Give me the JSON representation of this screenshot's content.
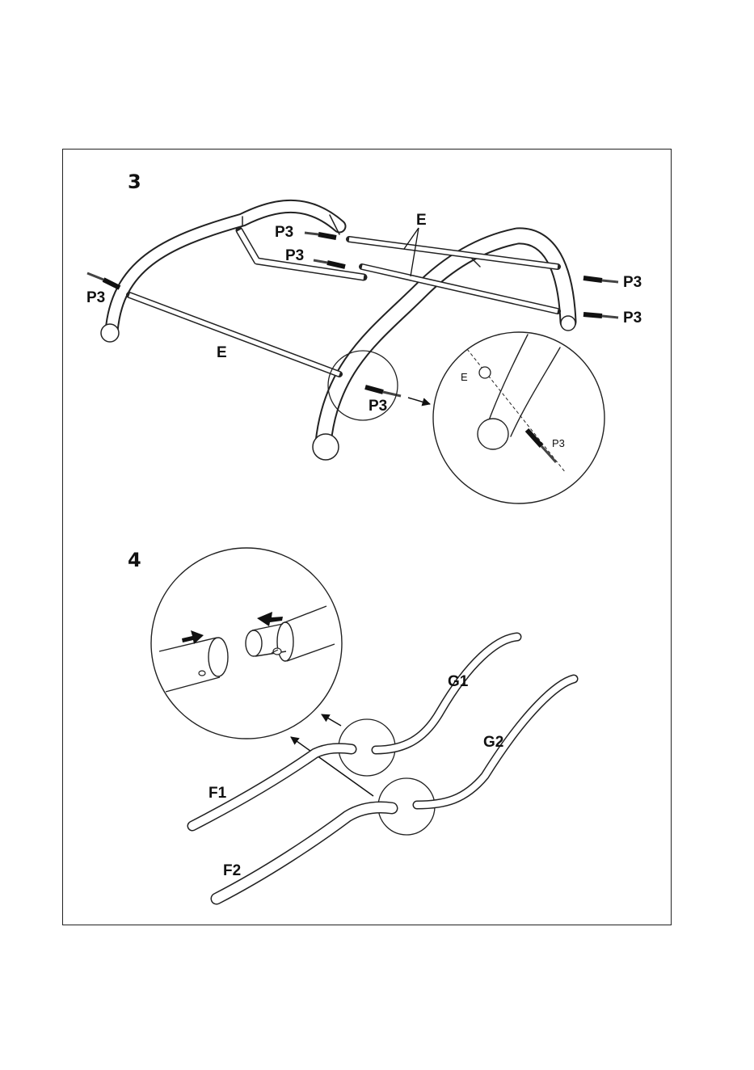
{
  "step3": {
    "number": "3",
    "labels": {
      "e_top": "E",
      "e_bottom": "E",
      "p3_left": "P3",
      "p3_top1": "P3",
      "p3_top2": "P3",
      "p3_right1": "P3",
      "p3_right2": "P3",
      "p3_front": "P3",
      "detail_e": "E",
      "detail_p3": "P3"
    }
  },
  "step4": {
    "number": "4",
    "labels": {
      "g1": "G1",
      "g2": "G2",
      "f1": "F1",
      "f2": "F2"
    }
  }
}
